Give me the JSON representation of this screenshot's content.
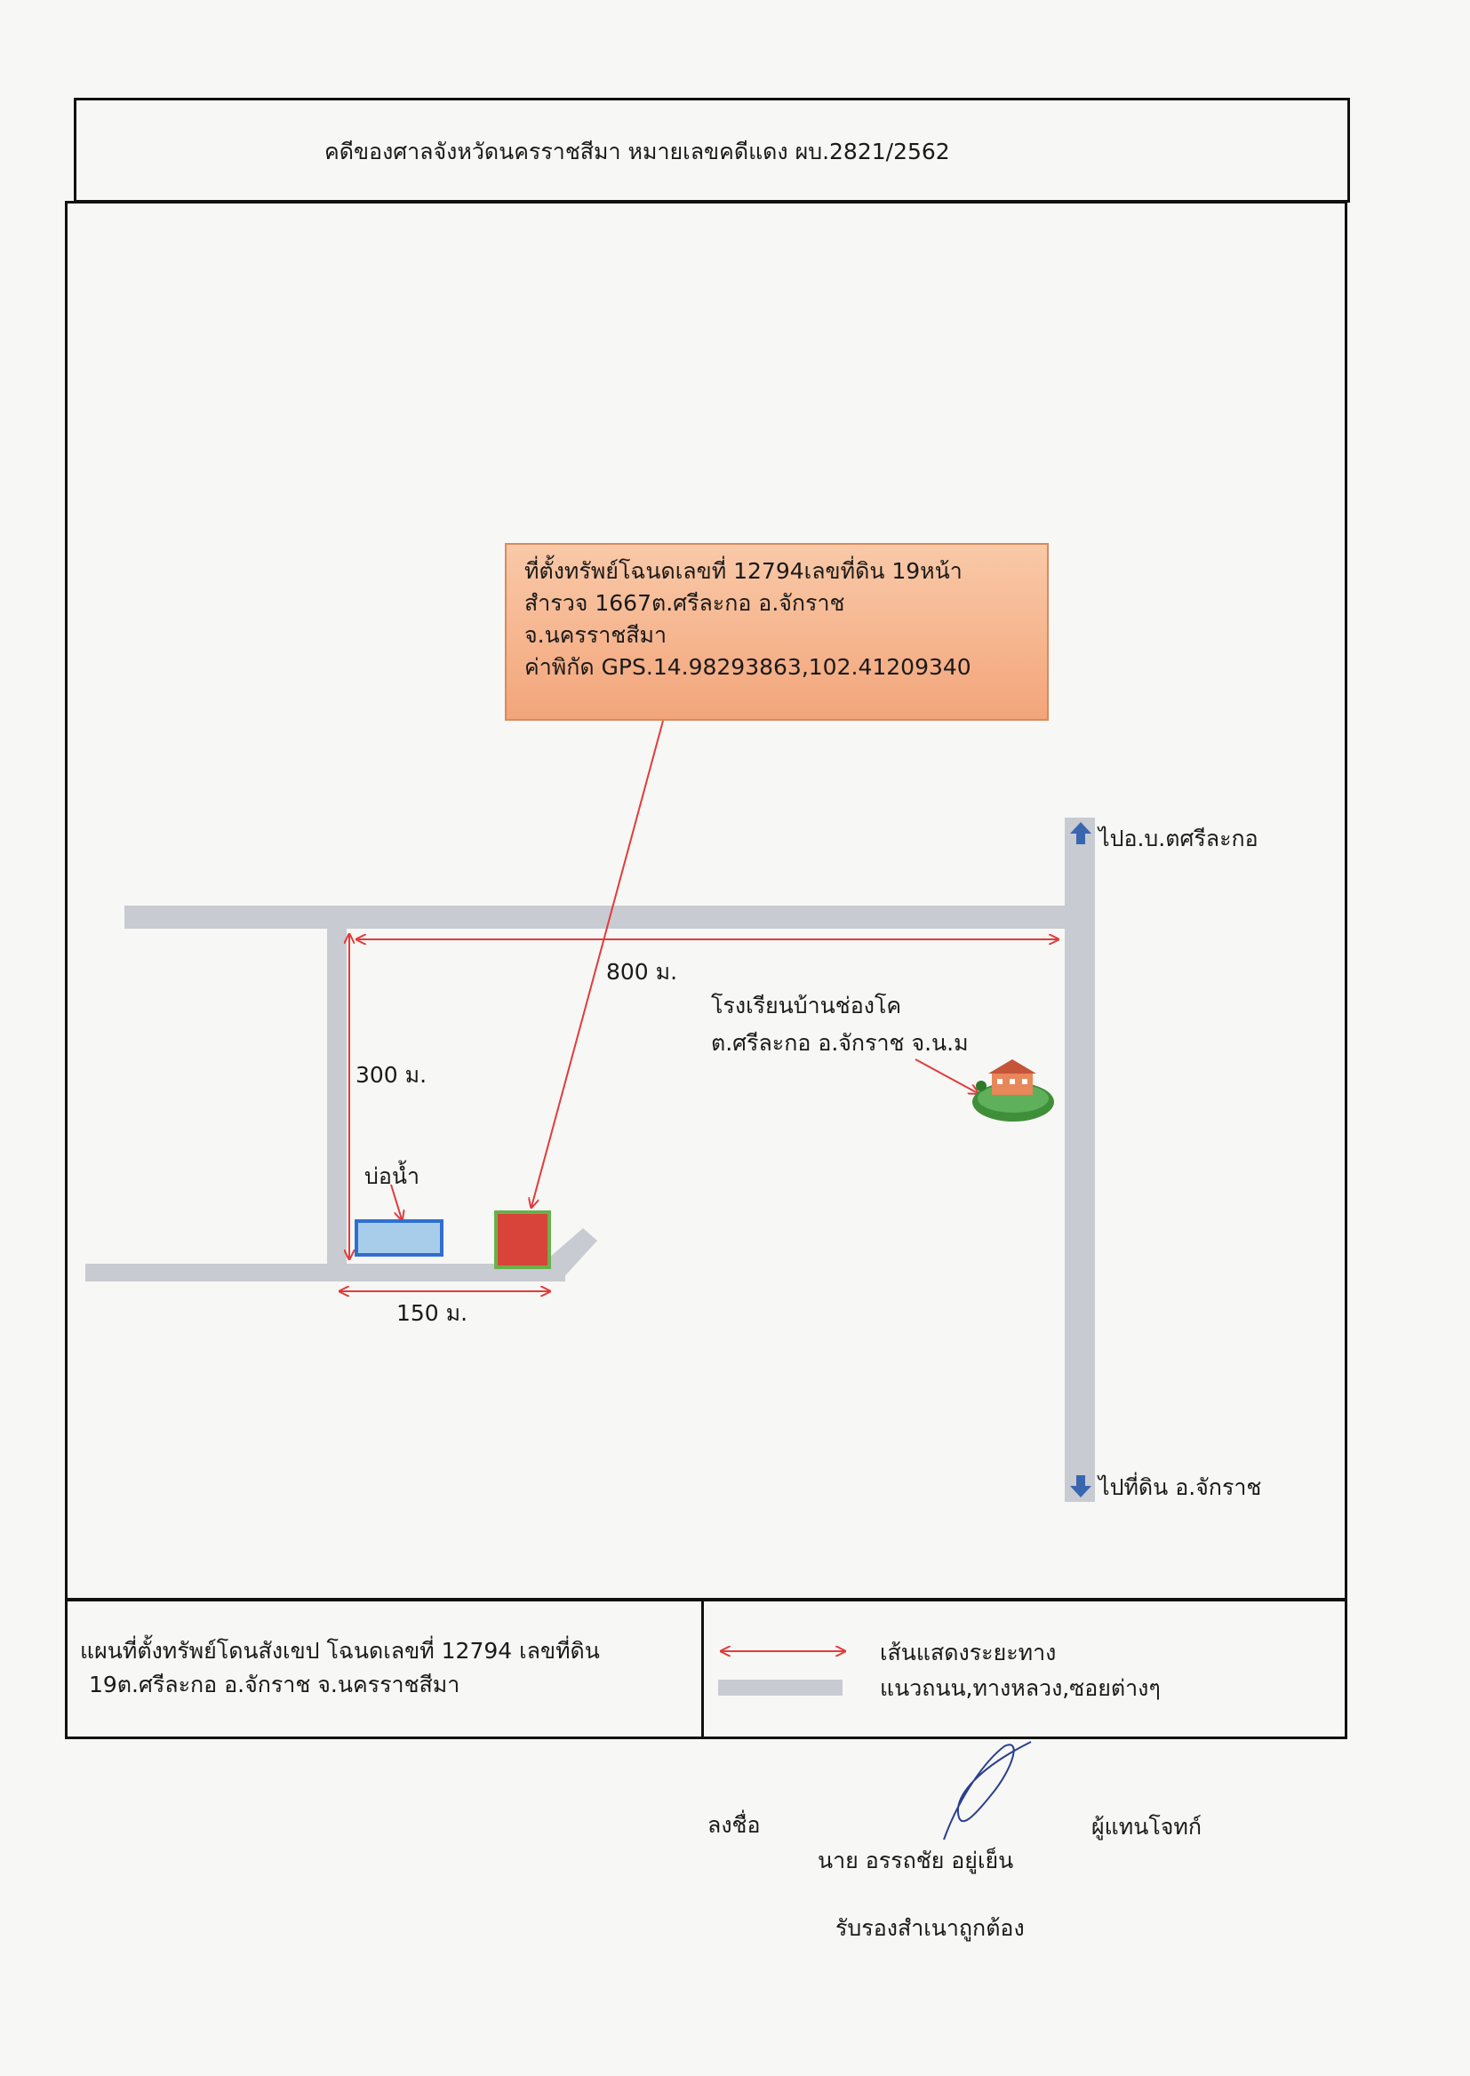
{
  "header": {
    "case_title": "คดีของศาลจังหวัดนครราชสีมา หมายเลขคดีแดง ผบ.2821/2562"
  },
  "callout": {
    "line1": "ที่ตั้งทรัพย์โฉนดเลขที่ 12794เลขที่ดิน 19หน้า",
    "line2": "สำรวจ 1667ต.ศรีละกอ อ.จักราช",
    "line3": "จ.นครราชสีมา",
    "line4": "ค่าพิกัด GPS.14.98293863,102.41209340"
  },
  "map": {
    "distance_top": "800 ม.",
    "distance_left": "300 ม.",
    "distance_bottom": "150 ม.",
    "pond_label": "บ่อน้ำ",
    "school_line1": "โรงเรียนบ้านช่องโค",
    "school_line2": "ต.ศรีละกอ อ.จักราช จ.น.ม",
    "direction_north": "ไปอ.บ.ตศรีละกอ",
    "direction_south": "ไปที่ดิน อ.จักราช",
    "colors": {
      "road": "#c8cbd1",
      "distance_arrow": "#e03c3c",
      "direction_arrow": "#3a66b0",
      "plot_fill": "#d9443a",
      "plot_border": "#6ab04c",
      "pond_fill": "#a8cdea",
      "pond_border": "#2f6fd0"
    }
  },
  "footer": {
    "description_line1": "แผนที่ตั้งทรัพย์โดนสังเขป โฉนดเลขที่ 12794 เลขที่ดิน",
    "description_line2": "19ต.ศรีละกอ อ.จักราช  จ.นครราชสีมา",
    "legend_distance": "เส้นแสดงระยะทาง",
    "legend_road": "แนวถนน,ทางหลวง,ซอยต่างๆ"
  },
  "signature": {
    "sign_label": "ลงชื่อ",
    "representative": "ผู้แทนโจทก์",
    "name": "นาย อรรถชัย  อยู่เย็น",
    "certified": "รับรองสำเนาถูกต้อง"
  }
}
